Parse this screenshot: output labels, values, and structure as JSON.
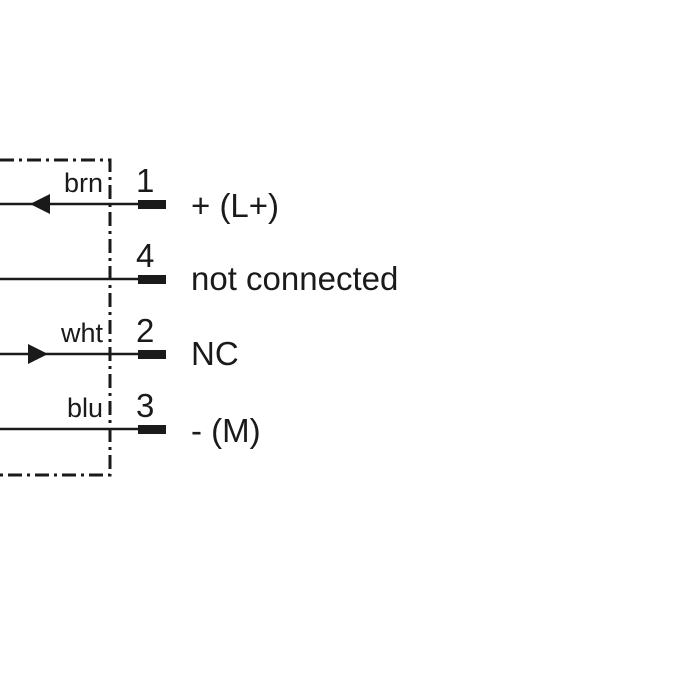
{
  "diagram": {
    "connections": [
      {
        "pin": "1",
        "wire_color": "brn",
        "signal": "+ (L+)",
        "arrow": "in"
      },
      {
        "pin": "4",
        "wire_color": "",
        "signal": "not connected",
        "arrow": "none"
      },
      {
        "pin": "2",
        "wire_color": "wht",
        "signal": "NC",
        "arrow": "out"
      },
      {
        "pin": "3",
        "wire_color": "blu",
        "signal": "- (M)",
        "arrow": "none"
      }
    ],
    "colors": {
      "line": "#1a1a1a",
      "background": "#ffffff"
    }
  }
}
